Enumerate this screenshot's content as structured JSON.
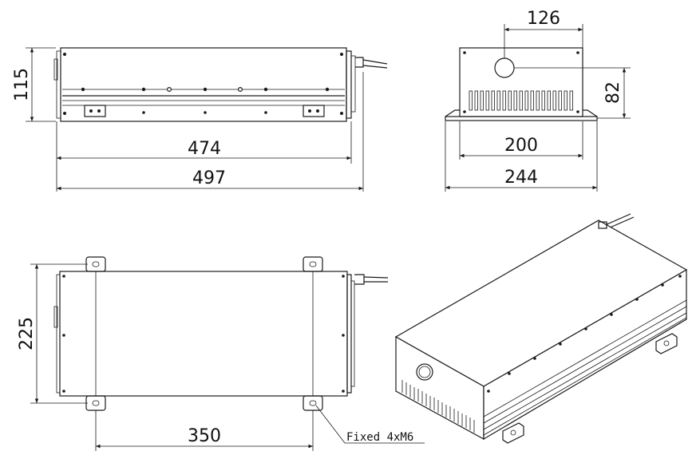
{
  "dimensions": {
    "side_height": "115",
    "side_inner_length": "474",
    "side_overall_length": "497",
    "end_hole_offset": "126",
    "end_hole_height": "82",
    "end_body_width": "200",
    "end_flange_width": "244",
    "top_width": "225",
    "top_mount_spacing": "350"
  },
  "notes": {
    "mounting": "Fixed 4xM6"
  }
}
